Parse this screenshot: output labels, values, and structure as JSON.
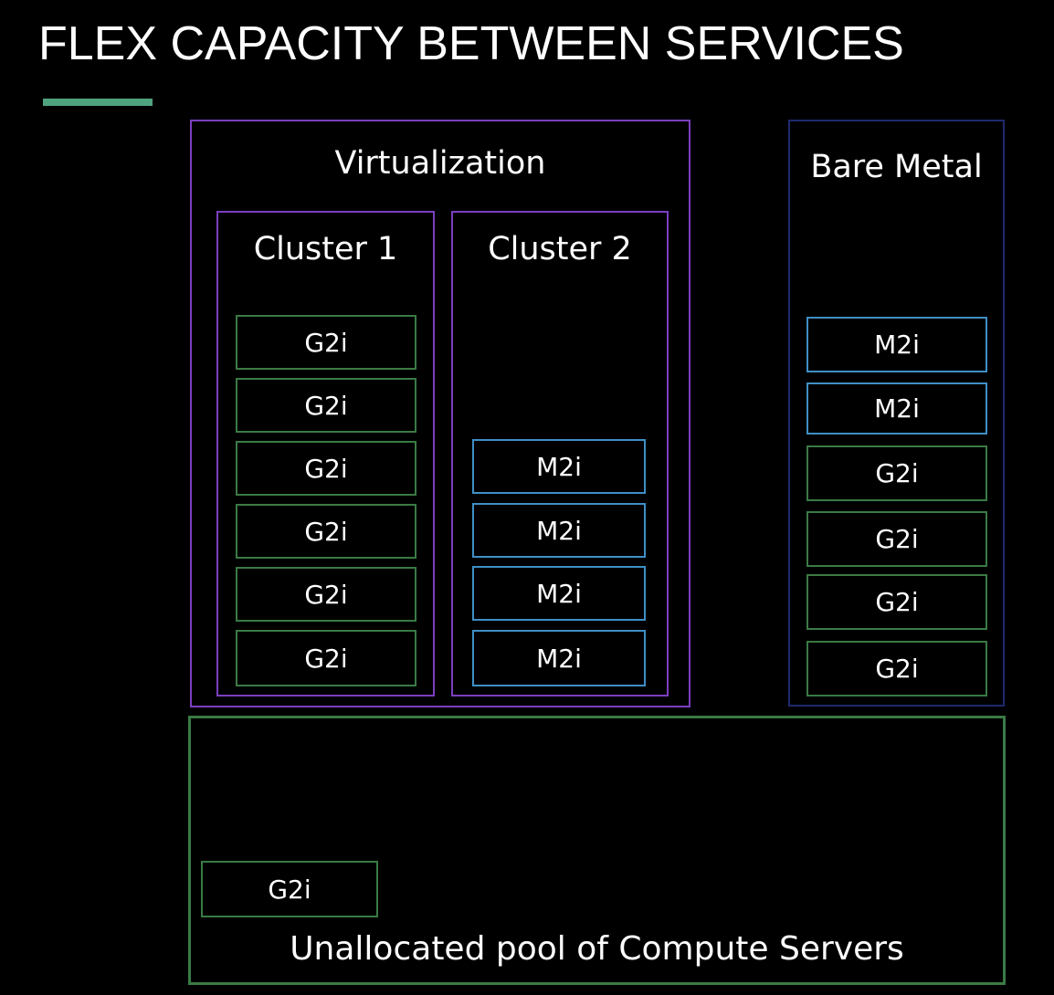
{
  "title": "FLEX CAPACITY BETWEEN SERVICES",
  "colors": {
    "background": "#000000",
    "accent_underline": "#4fa37f",
    "virtualization_border": "#7b3fbf",
    "bare_metal_border": "#1f2a6e",
    "pool_border": "#3a7a45",
    "g2i_border": "#3a7a45",
    "m2i_border": "#3f8fc6"
  },
  "virtualization": {
    "label": "Virtualization",
    "cluster1": {
      "label": "Cluster 1",
      "servers": [
        "G2i",
        "G2i",
        "G2i",
        "G2i",
        "G2i",
        "G2i"
      ]
    },
    "cluster2": {
      "label": "Cluster 2",
      "servers": [
        "M2i",
        "M2i",
        "M2i",
        "M2i"
      ]
    }
  },
  "bare_metal": {
    "label": "Bare Metal",
    "servers": [
      "M2i",
      "M2i",
      "G2i",
      "G2i",
      "G2i",
      "G2i"
    ]
  },
  "pool": {
    "label": "Unallocated pool of Compute Servers",
    "servers": [
      "G2i"
    ]
  }
}
